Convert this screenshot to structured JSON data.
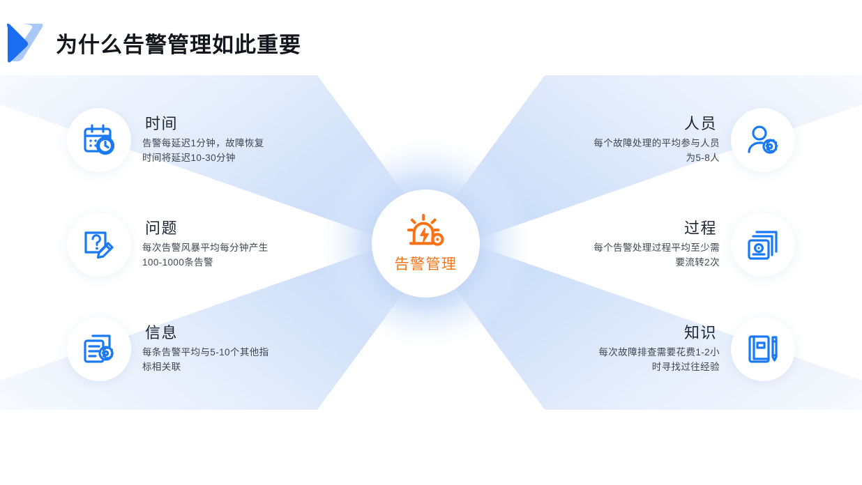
{
  "header": {
    "title": "为什么告警管理如此重要",
    "logo_icon": "double-chevron-logo-icon",
    "logo_colors": {
      "light": "#a8c8f7",
      "dark": "#1a6cf0"
    }
  },
  "theme": {
    "accent_blue": "#1a7af5",
    "accent_orange": "#f97316",
    "title_color": "#12161c",
    "body_text_color": "#3d4650",
    "background": "#ffffff",
    "bg_shape_light": "#eff5fe",
    "bg_shape_mid": "#cddff9",
    "bg_shape_strong": "#bcd3f6"
  },
  "center": {
    "label": "告警管理",
    "icon": "alarm-bolt-gear-icon"
  },
  "features_left": [
    {
      "id": "time",
      "title": "时间",
      "desc": "告警每延迟1分钟，故障恢复\n时间将延迟10-30分钟",
      "icon": "calendar-clock-icon"
    },
    {
      "id": "problem",
      "title": "问题",
      "desc": "每次告警风暴平均每分钟产生\n100-1000条告警",
      "icon": "question-note-pencil-icon"
    },
    {
      "id": "information",
      "title": "信息",
      "desc": "每条告警平均与5-10个其他指\n标相关联",
      "icon": "document-gear-icon"
    }
  ],
  "features_right": [
    {
      "id": "personnel",
      "title": "人员",
      "desc": "每个故障处理的平均参与人员\n为5-8人",
      "icon": "user-gear-icon"
    },
    {
      "id": "process",
      "title": "过程",
      "desc": "每个告警处理过程平均至少需\n要流转2次",
      "icon": "stacked-cards-gear-icon"
    },
    {
      "id": "knowledge",
      "title": "知识",
      "desc": "每次故障排查需要花费1-2小\n时寻找过往经验",
      "icon": "book-pencil-icon"
    }
  ]
}
